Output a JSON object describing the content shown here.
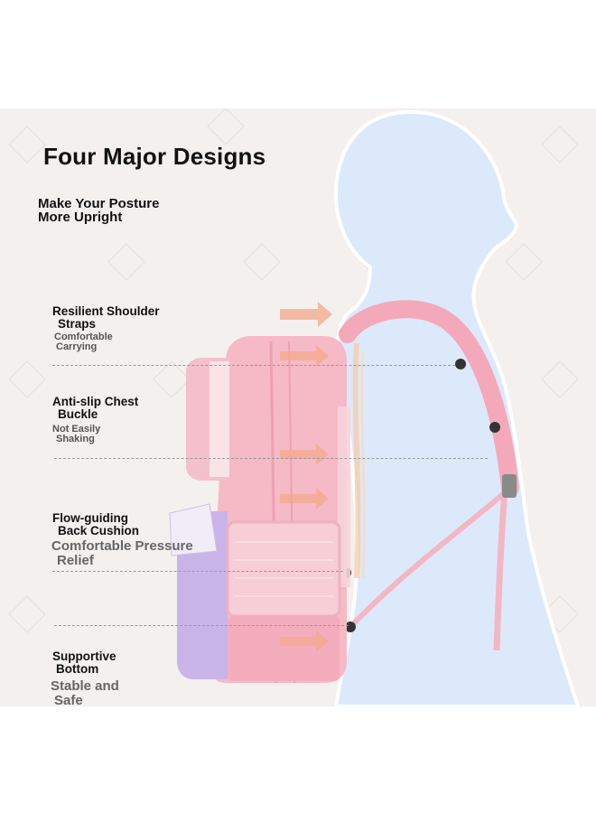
{
  "title": "Four Major Designs",
  "subtitle": [
    "Make Your Posture",
    "More Upright"
  ],
  "features": [
    {
      "heading": [
        "Resilient Shoulder",
        "Straps"
      ],
      "detail": [
        "Comfortable",
        "Carrying"
      ]
    },
    {
      "heading": [
        "Anti-slip Chest",
        "Buckle"
      ],
      "detail": [
        "Not Easily",
        "Shaking"
      ]
    },
    {
      "heading": [
        "Flow-guiding",
        "Back Cushion"
      ],
      "detail": [
        "Comfortable Pressure",
        "Relief"
      ]
    },
    {
      "heading": [
        "Supportive",
        "Bottom"
      ],
      "detail": [
        "Stable and",
        "Safe"
      ]
    }
  ],
  "colors": {
    "background": "#f3f0ee",
    "bag_pink": "#f6b9c6",
    "bag_purple": "#c9b4ea",
    "silhouette": "#dbe8fa",
    "arrow": "#f4a98c"
  }
}
